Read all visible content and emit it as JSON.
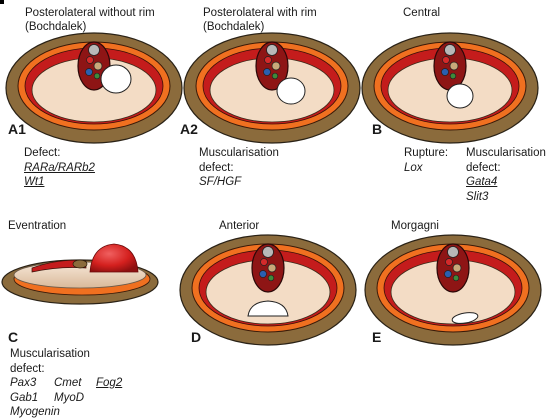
{
  "panels": {
    "a1": {
      "title_line1": "Posterolateral without rim",
      "title_line2": "(Bochdalek)",
      "letter": "A1",
      "text": {
        "label": "Defect:",
        "genes": [
          "RARa/RARb2",
          "Wt1"
        ]
      }
    },
    "a2": {
      "title_line1": "Posterolateral with rim",
      "title_line2": "(Bochdalek)",
      "letter": "A2",
      "text": {
        "label_line1": "Muscularisation",
        "label_line2": "defect:",
        "genes": [
          "SF/HGF"
        ]
      }
    },
    "b": {
      "title_line1": "Central",
      "letter": "B",
      "rupture": {
        "label": "Rupture:",
        "gene": "Lox"
      },
      "musc": {
        "label_line1": "Muscularisation",
        "label_line2": "defect:",
        "genes": [
          "Gata4",
          "Slit3"
        ]
      }
    },
    "c": {
      "title_line1": "Eventration",
      "letter": "C",
      "text": {
        "label_line1": "Muscularisation",
        "label_line2": "defect:",
        "genes_col1": [
          "Pax3",
          "Gab1",
          "Myogenin"
        ],
        "genes_col2": [
          "Cmet",
          "MyoD"
        ],
        "genes_col3": [
          "Fog2"
        ]
      }
    },
    "d": {
      "title_line1": "Anterior",
      "letter": "D"
    },
    "e": {
      "title_line1": "Morgagni",
      "letter": "E"
    }
  },
  "colors": {
    "outer_rim": "#8b6b3c",
    "orange_ring": "#f07020",
    "red_band": "#c41c1c",
    "tendon": "#f3dcc5",
    "hole": "#ffffff",
    "aorta_dark_red": "#8e1515",
    "vessel_grey": "#b8b8b8",
    "vessel_red": "#d42a2a",
    "vessel_tan": "#c8a87a",
    "vessel_blue": "#2a5fb0",
    "vessel_green": "#3f8a3a",
    "dome_red": "#d4201e"
  }
}
